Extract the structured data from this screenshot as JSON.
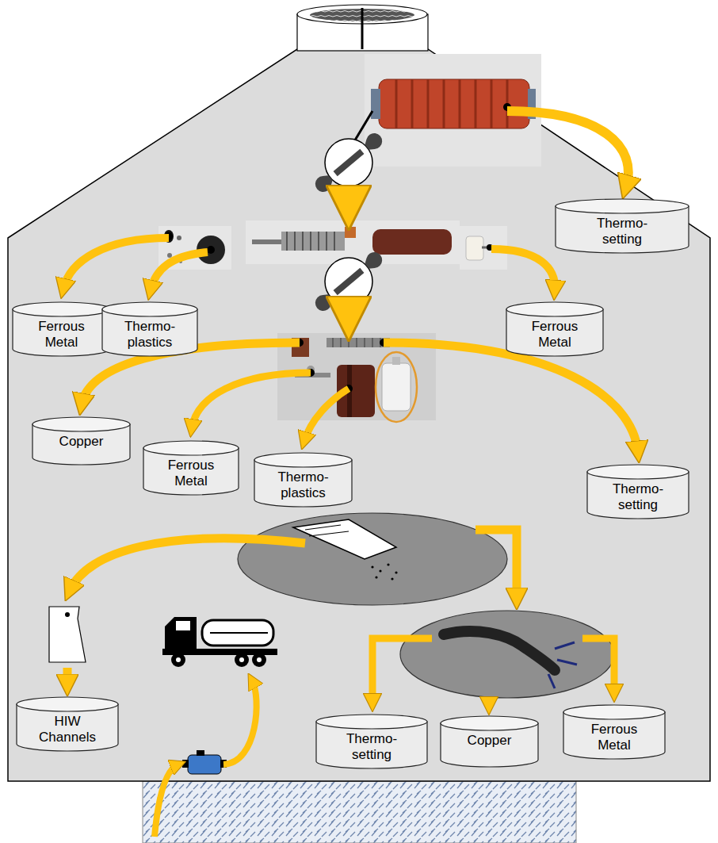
{
  "diagram": {
    "nodes": [
      {
        "text": [
          "Thermo- setting"
        ]
      },
      {
        "text": [
          "Ferrous Metal"
        ]
      },
      {
        "text": [
          "Thermo- plastics"
        ]
      },
      {
        "text": [
          "Ferrous Metal"
        ]
      },
      {
        "text": [
          "Copper"
        ]
      },
      {
        "text": [
          "Ferrous Metal"
        ]
      },
      {
        "text": [
          "Thermo- plastics"
        ]
      },
      {
        "text": [
          "Thermo- setting"
        ]
      },
      {
        "text": [
          "HIW Channels"
        ]
      },
      {
        "text": [
          "Thermo- setting"
        ]
      },
      {
        "text": [
          "Copper"
        ]
      },
      {
        "text": [
          "Ferrous Metal"
        ]
      }
    ]
  }
}
